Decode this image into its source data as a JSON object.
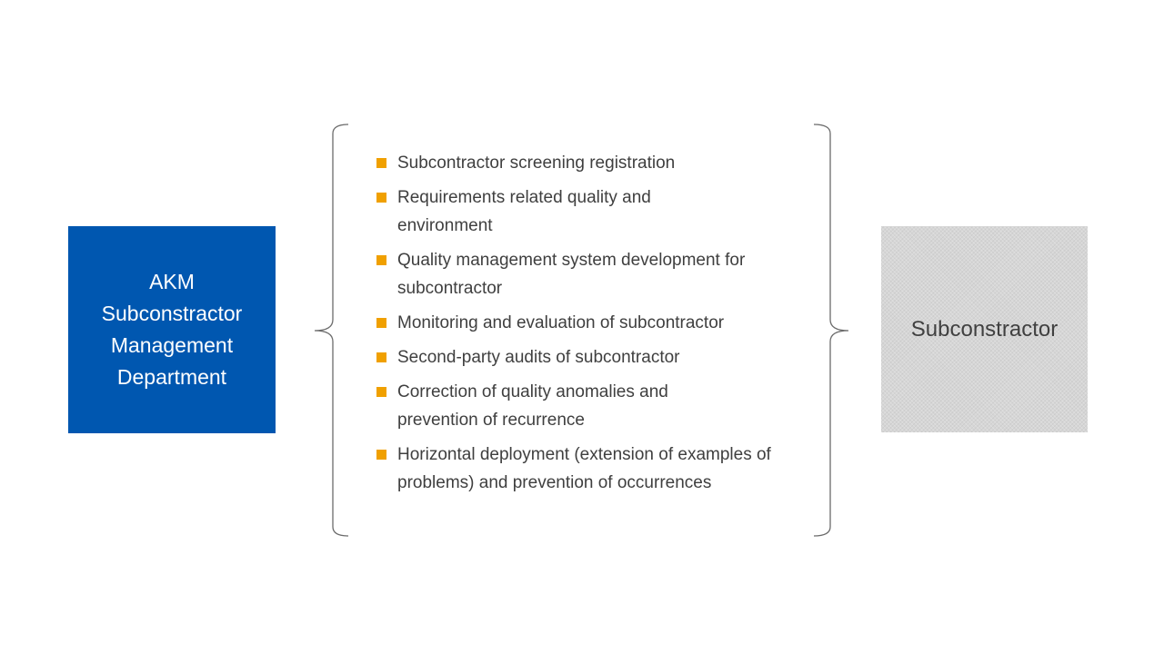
{
  "left_box": {
    "lines": [
      "AKM",
      "Subconstractor",
      "Management",
      "Department"
    ],
    "color": "#0057b0"
  },
  "right_box": {
    "label": "Subconstractor",
    "color": "#d6d6d6"
  },
  "bullet_color": "#f0a000",
  "items": [
    "Subcontractor screening registration",
    "Requirements related quality and environment",
    "Quality management system development for subcontractor",
    "Monitoring and evaluation of subcontractor",
    "Second-party audits of subcontractor",
    "Correction of quality anomalies and prevention of recurrence",
    "Horizontal deployment (extension of examples of problems) and prevention of occurrences"
  ]
}
